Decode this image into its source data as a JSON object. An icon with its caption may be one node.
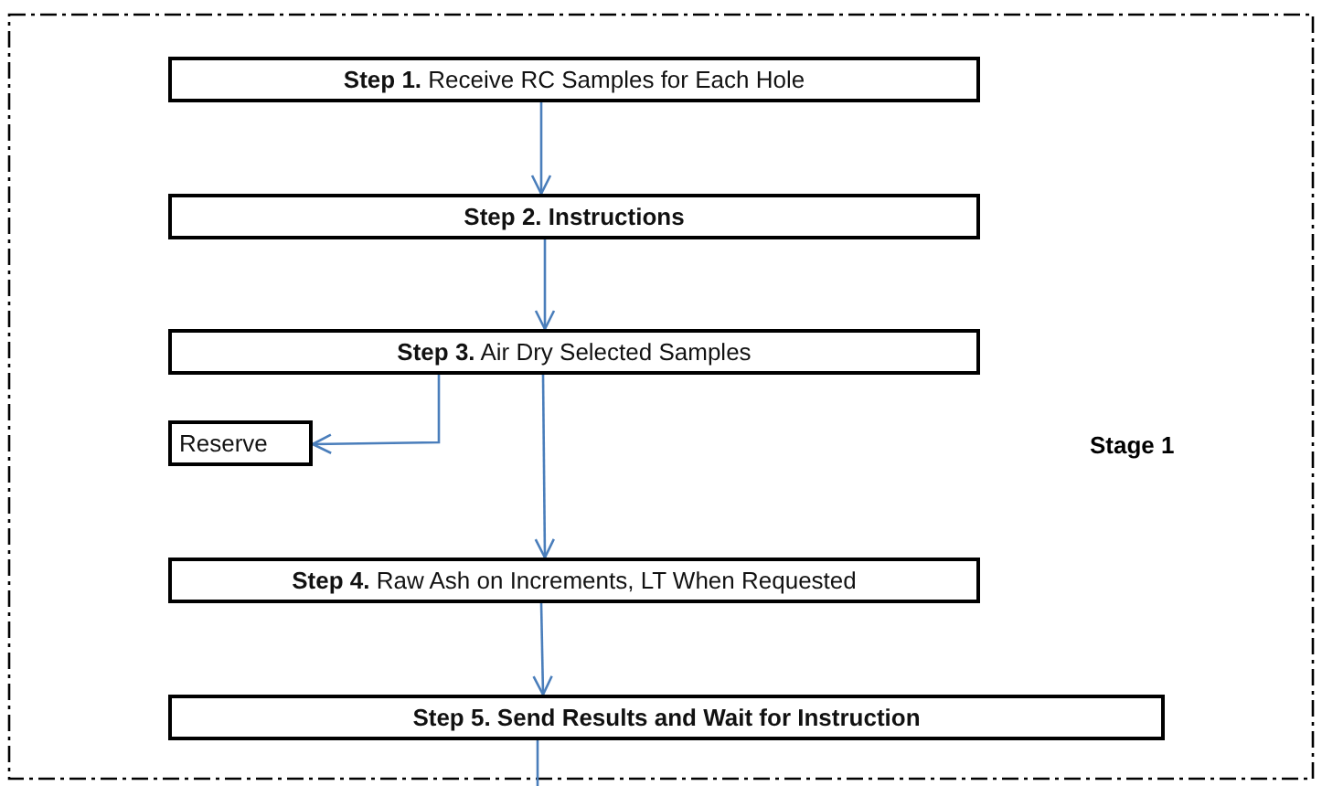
{
  "diagram": {
    "nodes": [
      {
        "text": [
          "Stage 1"
        ]
      },
      {
        "text": [
          "**Step 1.** Receive RC Samples for Each Hole"
        ],
        "in": 0
      },
      {
        "text": [
          "Step 2. Instructions"
        ],
        "in": 0
      },
      {
        "text": [
          "**Step 3.** Air Dry Selected Samples"
        ],
        "in": 0
      },
      {
        "text": [
          "Reserve"
        ],
        "in": 0
      },
      {
        "text": [
          "**Step 4.** Raw Ash on Increments, LT When Requested"
        ],
        "in": 0
      },
      {
        "text": [
          "Step 5. Send Results and Wait for Instruction"
        ],
        "in": 0
      }
    ],
    "edges": [
      {
        "from": 1,
        "to": 2,
        "arrow": "to"
      },
      {
        "from": 2,
        "to": 3,
        "arrow": "to"
      },
      {
        "from": 3,
        "to": 4,
        "arrow": "to"
      },
      {
        "from": 3,
        "to": 5,
        "arrow": "to"
      },
      {
        "from": 5,
        "to": 6,
        "arrow": "to"
      },
      {
        "from": 6,
        "to": null,
        "arrow": "none"
      }
    ]
  }
}
